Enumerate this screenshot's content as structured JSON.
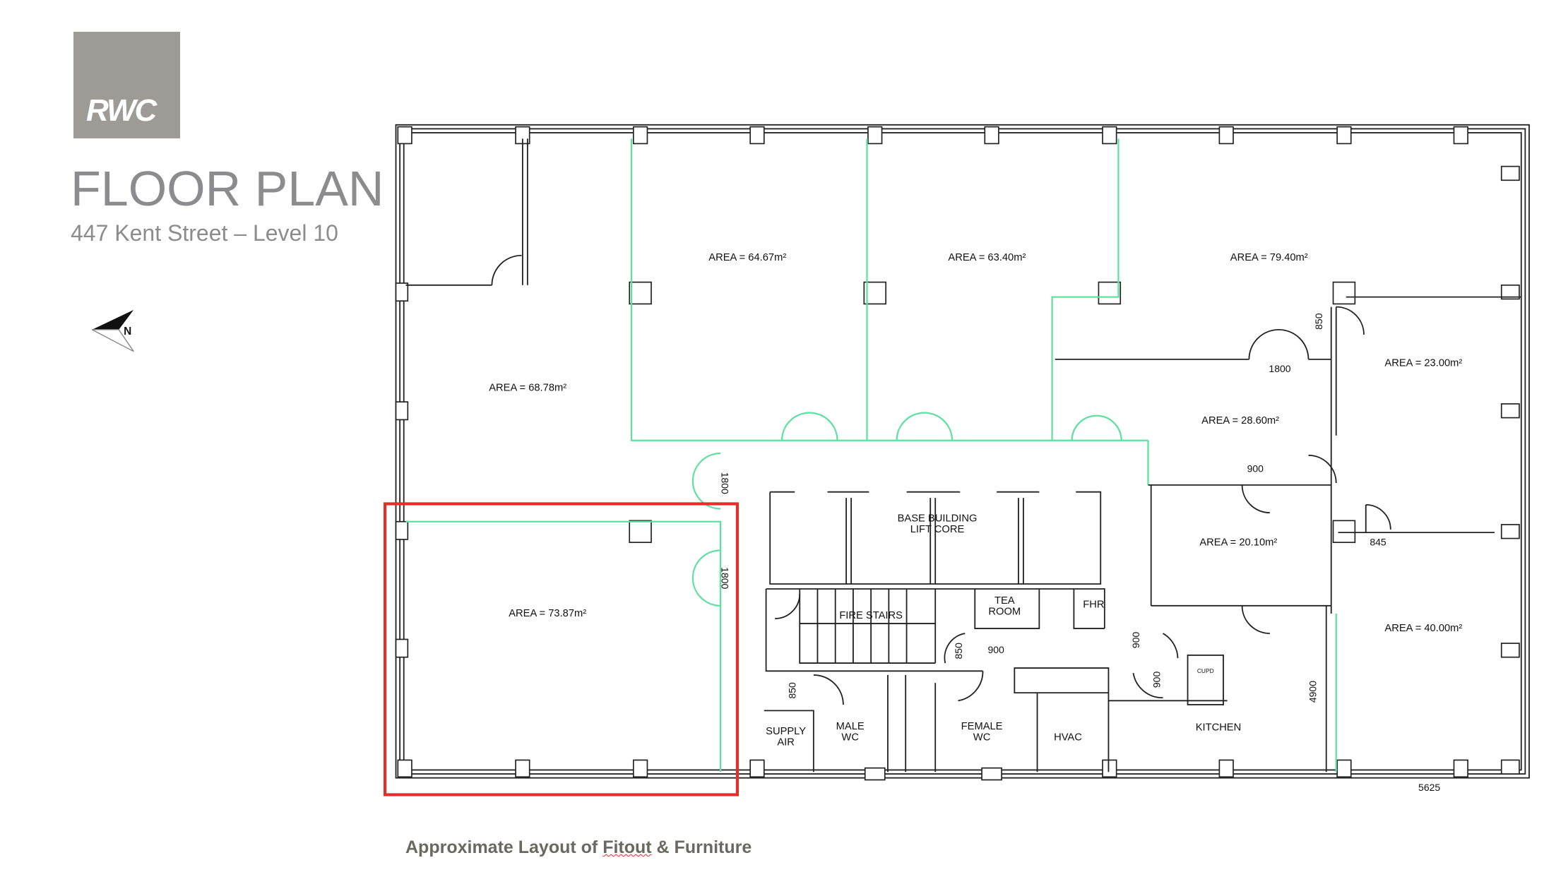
{
  "logo": {
    "text": "RWC"
  },
  "header": {
    "title": "FLOOR PLAN",
    "subtitle": "447 Kent Street – Level 10"
  },
  "compass": {
    "label": "N"
  },
  "caption": {
    "before": "Approximate Layout of ",
    "underlined": "Fitout",
    "after": " & Furniture"
  },
  "rooms": [
    {
      "label": "AREA = 64.67m²"
    },
    {
      "label": "AREA = 63.40m²"
    },
    {
      "label": "AREA = 79.40m²"
    },
    {
      "label": "AREA = 68.78m²"
    },
    {
      "label": "AREA = 23.00m²"
    },
    {
      "label": "AREA = 28.60m²"
    },
    {
      "label": "AREA = 20.10m²"
    },
    {
      "label": "AREA = 73.87m²"
    },
    {
      "label": "AREA = 40.00m²"
    }
  ],
  "core": {
    "lift_line1": "BASE BUILDING",
    "lift_line2": "LIFT CORE",
    "fire_stairs": "FIRE STAIRS",
    "tea_line1": "TEA",
    "tea_line2": "ROOM",
    "fhr": "FHR",
    "supply_line1": "SUPPLY",
    "supply_line2": "AIR",
    "male_line1": "MALE",
    "male_line2": "WC",
    "female_line1": "FEMALE",
    "female_line2": "WC",
    "hvac": "HVAC",
    "kitchen": "KITCHEN",
    "cupd": "CUPD"
  },
  "dimensions": {
    "d850_top": "850",
    "d1800_top": "1800",
    "d900_a": "900",
    "d845": "845",
    "d1800_v1": "1800",
    "d1800_v2": "1800",
    "d850_stair": "850",
    "d900_wc": "900",
    "d850_supply": "850",
    "d900_k1": "900",
    "d900_k2": "900",
    "d4900": "4900",
    "d5625": "5625"
  },
  "highlight": {
    "color": "#e0302a"
  },
  "partition_color": "#5ee0a0"
}
